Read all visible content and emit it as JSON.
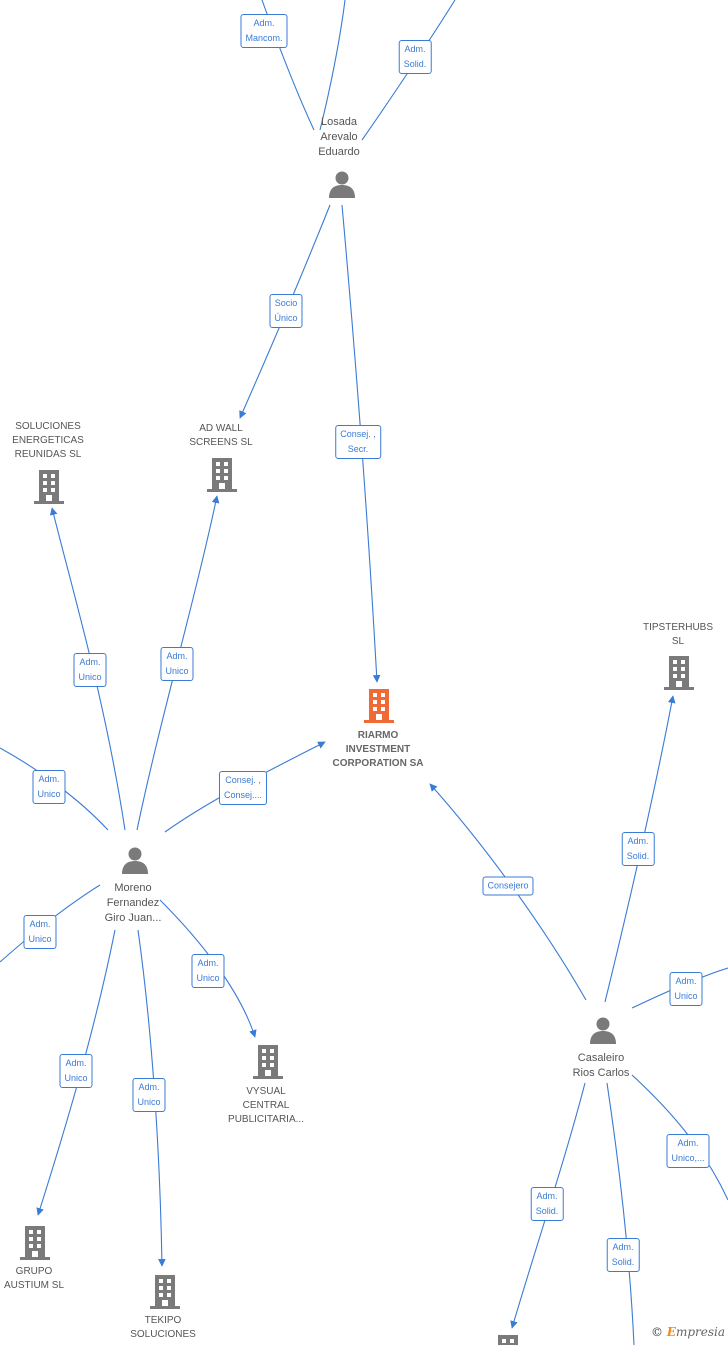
{
  "colors": {
    "edge": "#3a7bd5",
    "node": "#7a7a7a",
    "center": "#f06a35"
  },
  "nodes": {
    "losada": "Losada\nArevalo\nEduardo",
    "soluciones": "SOLUCIONES\nENERGETICAS\nREUNIDAS  SL",
    "adwall": "AD WALL\nSCREENS  SL",
    "tipsterhubs": "TIPSTERHUBS\nSL",
    "riarmo": "RIARMO\nINVESTMENT\nCORPORATION SA",
    "moreno": "Moreno\nFernandez\nGiro Juan...",
    "vysual": "VYSUAL\nCENTRAL\nPUBLICITARIA...",
    "casaleiro": "Casaleiro\nRios Carlos",
    "grupo": "GRUPO\nAUSTIUM  SL",
    "tekipo": "TEKIPO\nSOLUCIONES"
  },
  "relations": {
    "adm_mancom": "Adm.\nMancom.",
    "adm_solid_top": "Adm.\nSolid.",
    "socio_unico": "Socio\nÚnico",
    "consej_secr": "Consej. ,\nSecr.",
    "adm_unico_sol": "Adm.\nUnico",
    "adm_unico_adwall": "Adm.\nUnico",
    "adm_solid_tip": "Adm.\nSolid.",
    "adm_unico_left": "Adm.\nUnico",
    "consej_consej": "Consej. ,\nConsej....",
    "consejero": "Consejero",
    "adm_unico_right": "Adm.\nUnico",
    "adm_unico_left2": "Adm.\nUnico",
    "adm_unico_vysual": "Adm.\nUnico",
    "adm_unico_grupo": "Adm.\nUnico",
    "adm_unico_tekipo": "Adm.\nUnico",
    "adm_unico_br": "Adm.\nUnico,...",
    "adm_solid_bl": "Adm.\nSolid.",
    "adm_solid_b": "Adm.\nSolid."
  },
  "brand": {
    "symbol": "©",
    "name": "mpresia",
    "initial": "E"
  }
}
